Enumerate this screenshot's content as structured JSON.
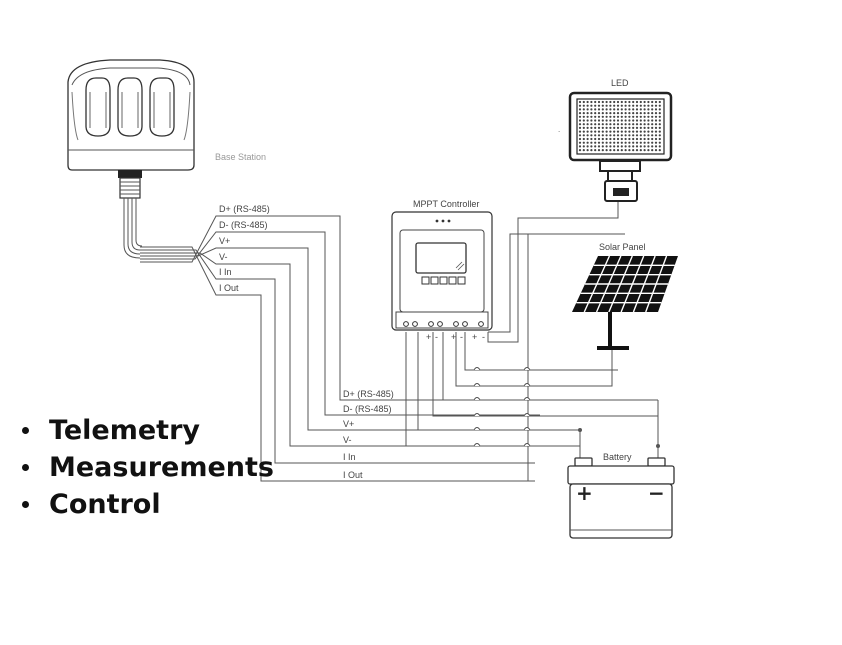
{
  "base_station": {
    "label": "Base Station"
  },
  "controller": {
    "title": "MPPT Controller",
    "buttons": 5
  },
  "led": {
    "label": "LED"
  },
  "solar_panel": {
    "label": "Solar Panel"
  },
  "battery": {
    "label": "Battery",
    "plus": "+",
    "minus": "−"
  },
  "wires_top": [
    "D+ (RS-485)",
    "D-  (RS-485)",
    "V+",
    "V-",
    "I In",
    "I Out"
  ],
  "wires_bottom": [
    "D+ (RS-485)",
    "D-  (RS-485)",
    "V+",
    "V-",
    "I In",
    "I Out"
  ],
  "terminal_polarity": [
    "+",
    "-",
    "+",
    "-",
    "+",
    "-"
  ],
  "bullets": [
    "Telemetry",
    "Measurements",
    "Control"
  ]
}
